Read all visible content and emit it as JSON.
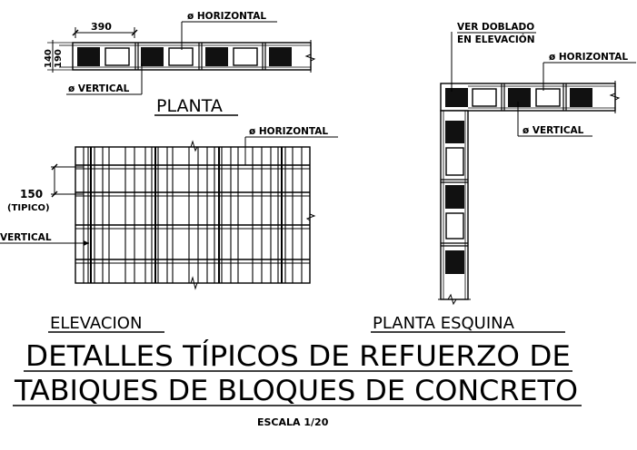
{
  "plan": {
    "dim_390": "390",
    "dim_140": "140",
    "dim_190": "190",
    "phi_horizontal": "ø HORIZONTAL",
    "phi_vertical": "ø VERTICAL",
    "title": "PLANTA"
  },
  "elevation": {
    "phi_horizontal": "ø HORIZONTAL",
    "dim_150": "150",
    "tipico": "(TIPICO)",
    "vertical": "VERTICAL",
    "title": "ELEVACION"
  },
  "corner": {
    "ver_doblado": "VER DOBLADO",
    "en_elevacion": "EN ELEVACIÓN",
    "phi_horizontal": "ø HORIZONTAL",
    "phi_vertical": "ø VERTICAL",
    "title": "PLANTA ESQUINA"
  },
  "main_title_line1": "DETALLES TÍPICOS DE REFUERZO DE",
  "main_title_line2": "TABIQUES DE BLOQUES DE CONCRETO",
  "scale": "ESCALA 1/20"
}
